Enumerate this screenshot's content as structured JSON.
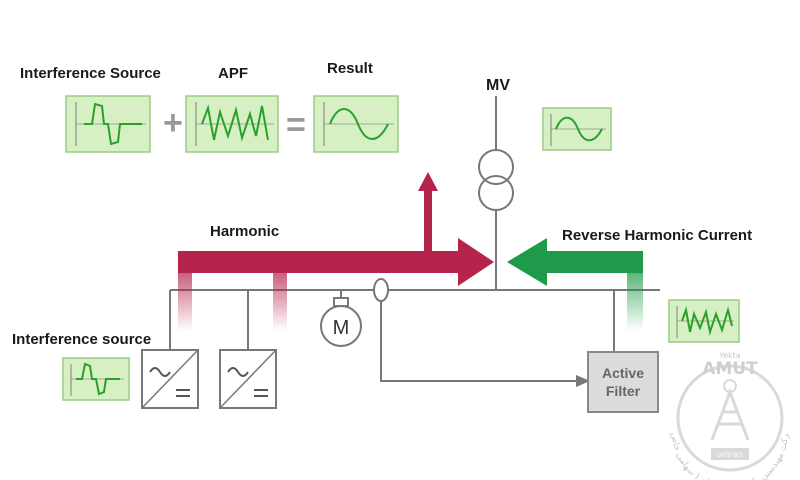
{
  "labels": {
    "interference_source_top": "Interference Source",
    "apf": "APF",
    "result": "Result",
    "mv": "MV",
    "harmonic": "Harmonic",
    "reverse_harmonic_current": "Reverse Harmonic Current",
    "interference_source_left": "Interference source",
    "motor": "M",
    "active_filter_line1": "Active",
    "active_filter_line2": "Filter"
  },
  "equation": {
    "plus": "+",
    "equals": "="
  },
  "watermark": {
    "brand_top": "Yekta",
    "brand": "AMUT",
    "brand_bottom": "omran",
    "arc_text": "شرکت مهندسین یکتا آموت عمران ( سهامی خاص )"
  },
  "colors": {
    "harmonic_arrow": "#b5244a",
    "reverse_arrow": "#1e9a4a",
    "scope_fill": "#d6f0c4",
    "scope_border": "#9ccb84",
    "wave": "#2aa02a",
    "line": "#777777"
  }
}
